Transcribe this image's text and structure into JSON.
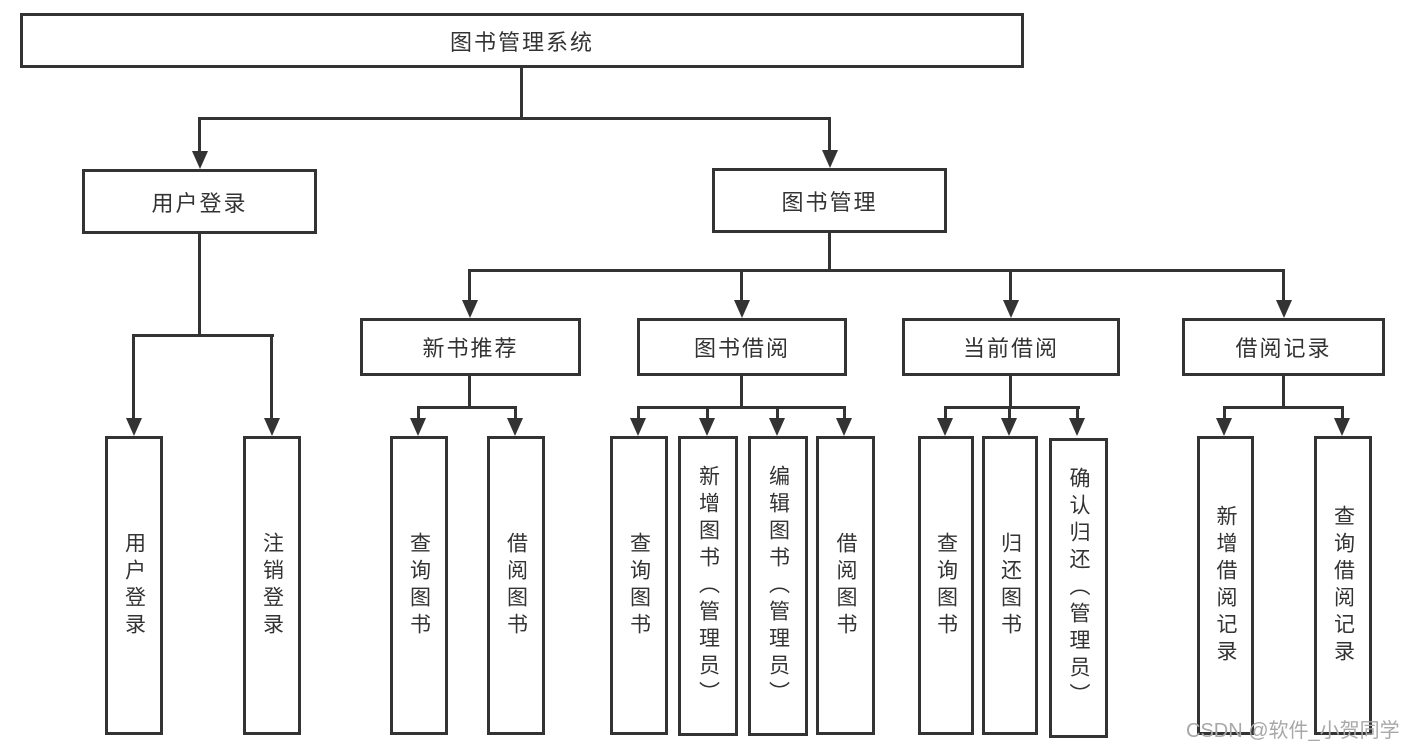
{
  "nodes": {
    "root": "图书管理系统",
    "user_login": "用户登录",
    "book_mgmt": "图书管理",
    "new_book_rec": "新书推荐",
    "book_borrow": "图书借阅",
    "current_borrow": "当前借阅",
    "borrow_records": "借阅记录",
    "leaf_user_login": "用户登录",
    "leaf_logout": "注销登录",
    "leaf_query_book_rec": "查询图书",
    "leaf_borrow_book_rec": "借阅图书",
    "leaf_query_book_borrow": "查询图书",
    "leaf_add_book_admin": "新增图书（管理员）",
    "leaf_edit_book_admin": "编辑图书（管理员）",
    "leaf_borrow_book_borrow": "借阅图书",
    "leaf_query_book_current": "查询图书",
    "leaf_return_book": "归还图书",
    "leaf_confirm_return_admin": "确认归还（管理员）",
    "leaf_add_borrow_record": "新增借阅记录",
    "leaf_query_borrow_record": "查询借阅记录"
  },
  "watermark": "CSDN @软件_小贺同学",
  "colors": {
    "line": "#333333",
    "text": "#333333",
    "background": "#ffffff",
    "watermark": "#a8a8aa"
  }
}
